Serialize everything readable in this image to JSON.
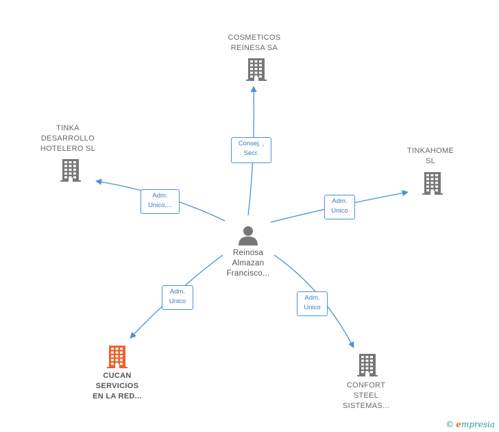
{
  "colors": {
    "edge": "#4a90d9",
    "building": "#777777",
    "building_main": "#f0602c",
    "person": "#777777"
  },
  "center": {
    "name_lines": [
      "Reinosa",
      "Almazan",
      "Francisco..."
    ],
    "icon": "person-icon"
  },
  "companies": [
    {
      "id": "cosmeticos",
      "lines": [
        "COSMETICOS",
        "REINESA SA"
      ],
      "icon": "building-icon",
      "main": false
    },
    {
      "id": "tinka",
      "lines": [
        "TINKA",
        "DESARROLLO",
        "HOTELERO SL"
      ],
      "icon": "building-icon",
      "main": false
    },
    {
      "id": "tinkahome",
      "lines": [
        "TINKAHOME",
        "SL"
      ],
      "icon": "building-icon",
      "main": false
    },
    {
      "id": "cucan",
      "lines": [
        "CUCAN",
        "SERVICIOS",
        "EN LA RED..."
      ],
      "icon": "building-icon",
      "main": true
    },
    {
      "id": "confort",
      "lines": [
        "CONFORT",
        "STEEL",
        "SISTEMAS..."
      ],
      "icon": "building-icon",
      "main": false
    }
  ],
  "relations": [
    {
      "target": "cosmeticos",
      "lines": [
        "Consej. ,",
        "Secr."
      ]
    },
    {
      "target": "tinka",
      "lines": [
        "Adm.",
        "Unico,..."
      ]
    },
    {
      "target": "tinkahome",
      "lines": [
        "Adm.",
        "Unico"
      ]
    },
    {
      "target": "cucan",
      "lines": [
        "Adm.",
        "Unico"
      ]
    },
    {
      "target": "confort",
      "lines": [
        "Adm.",
        "Unico"
      ]
    }
  ],
  "watermark": {
    "symbol": "©",
    "initial": "e",
    "rest": "mpresia"
  }
}
